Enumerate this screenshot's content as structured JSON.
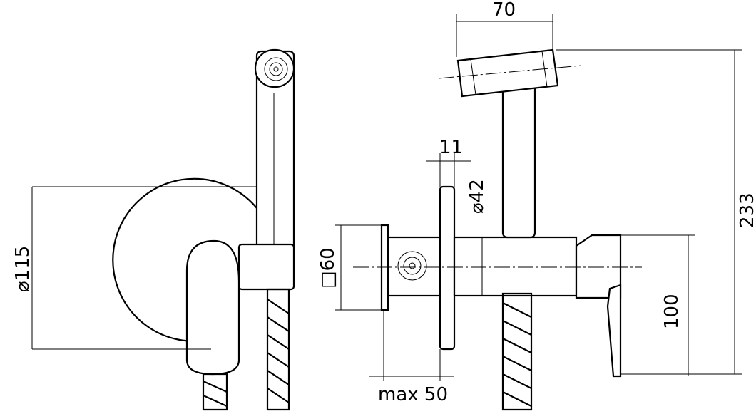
{
  "drawing": {
    "dimensions": {
      "head_width": "70",
      "plate_thickness": "11",
      "body_diameter": "⌀42",
      "rosette_diameter": "⌀115",
      "square_plate": "□60",
      "total_height": "233",
      "lever_height": "100",
      "max_depth": "max 50"
    }
  }
}
